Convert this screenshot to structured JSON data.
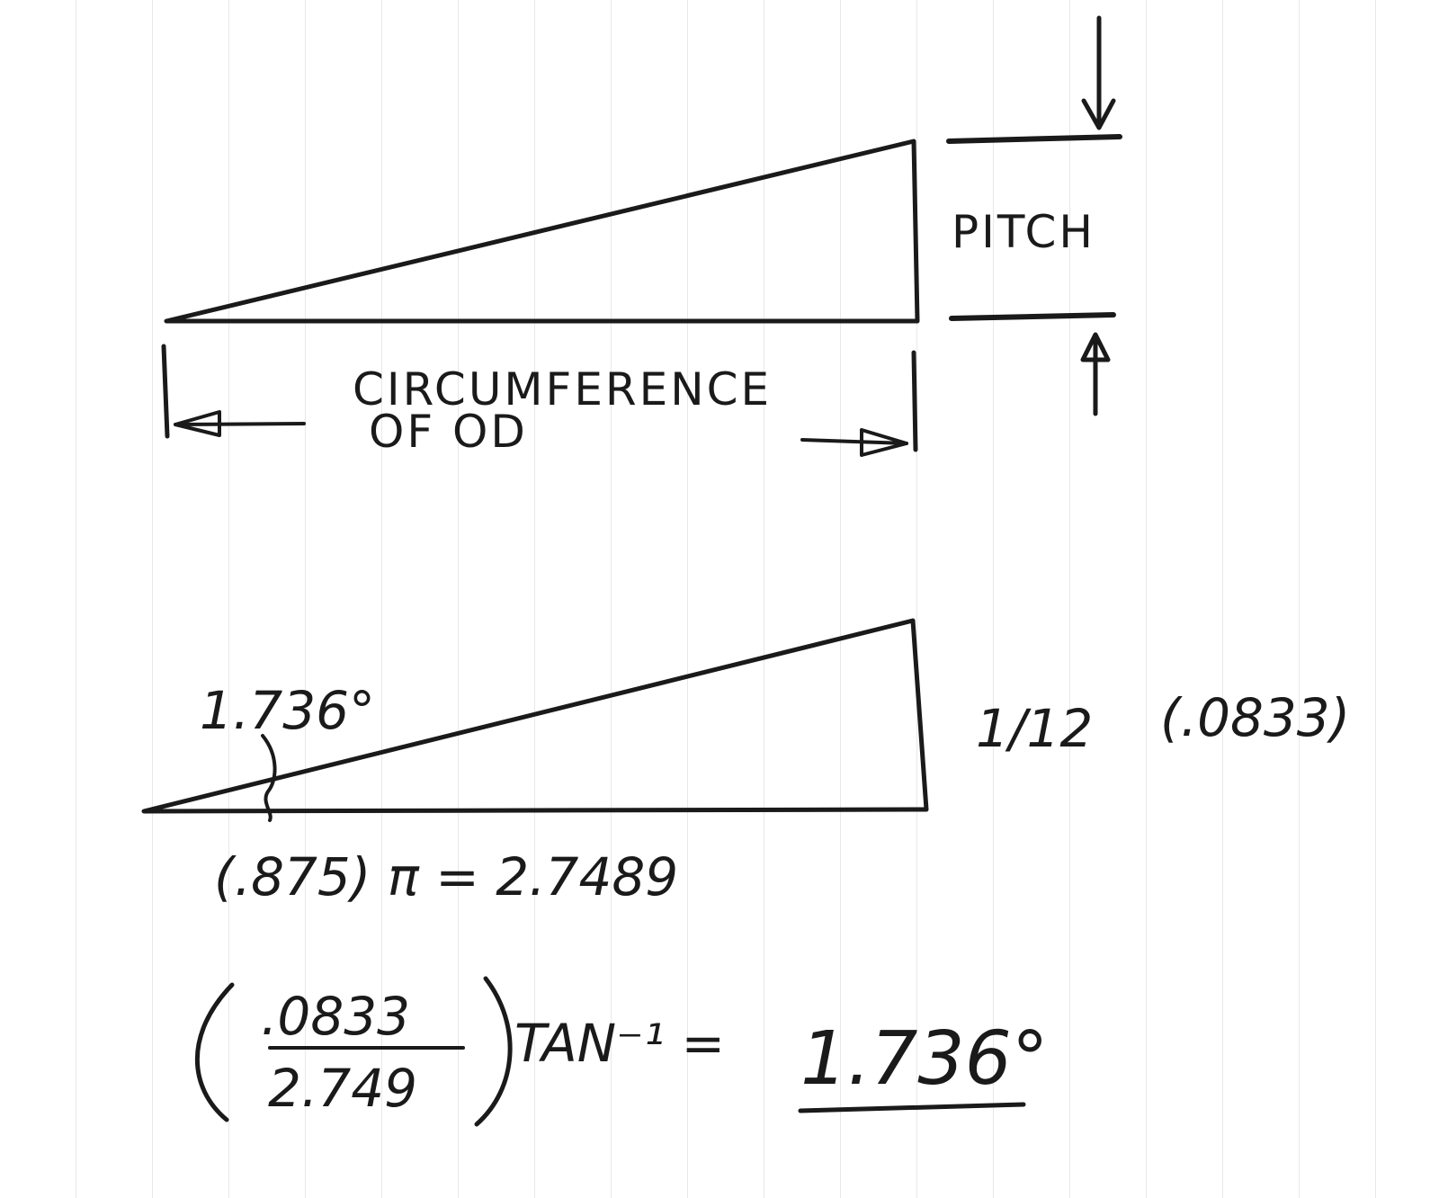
{
  "labels": {
    "pitch": "PITCH",
    "circumference_line1": "CIRCUMFERENCE",
    "circumference_line2": "OF OD",
    "angle": "1.736°",
    "rise": "1/12",
    "rise_decimal": "(.0833)",
    "circ_calc": "(.875) π = 2.7489",
    "numerator": ".0833",
    "denominator": "2.749",
    "tan_inv": "TAN⁻¹ =",
    "result": "1.736°"
  }
}
